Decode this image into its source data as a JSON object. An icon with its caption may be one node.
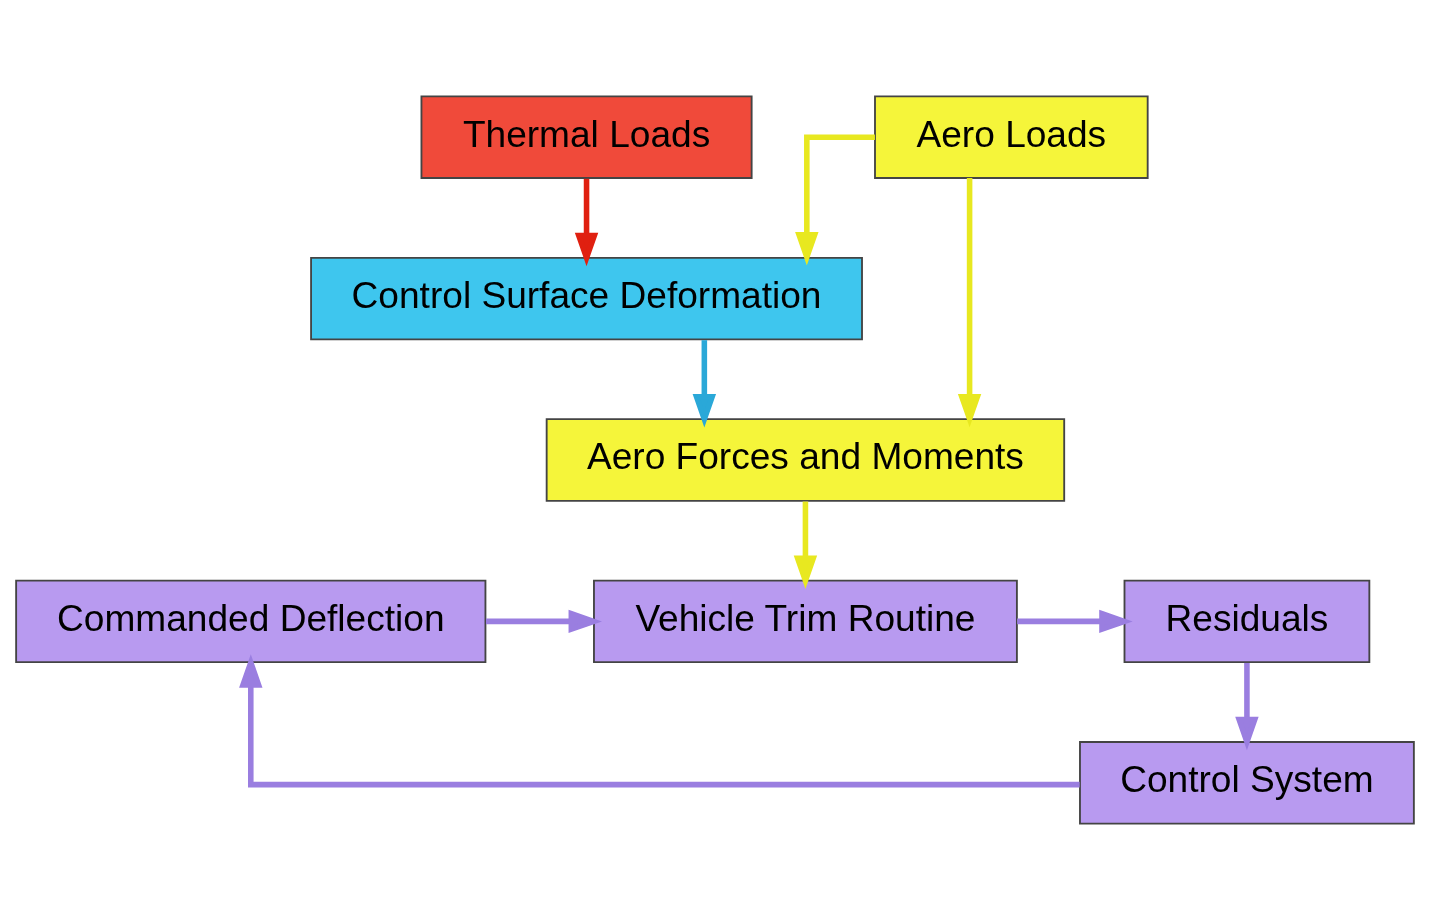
{
  "diagram": {
    "nodes": [
      {
        "text": [
          "Aero Loads"
        ]
      },
      {
        "text": [
          "Thermal Loads"
        ]
      },
      {
        "text": [
          "Control Surface Deformation"
        ]
      },
      {
        "text": [
          "Aero Forces and Moments"
        ]
      },
      {
        "text": [
          "Commanded Deflection"
        ]
      },
      {
        "text": [
          "Vehicle Trim Routine"
        ]
      },
      {
        "text": [
          "Residuals"
        ]
      },
      {
        "text": [
          "Control System"
        ]
      }
    ],
    "edges": [
      {
        "from": 0,
        "to": 2,
        "arrow": "to",
        "color": "#e8e820"
      },
      {
        "from": 1,
        "to": 2,
        "arrow": "to",
        "color": "#e02010"
      },
      {
        "from": 0,
        "to": 3,
        "arrow": "to",
        "color": "#e8e820"
      },
      {
        "from": 2,
        "to": 3,
        "arrow": "to",
        "color": "#2aa8d8"
      },
      {
        "from": 3,
        "to": 5,
        "arrow": "to",
        "color": "#e8e820"
      },
      {
        "from": 4,
        "to": 5,
        "arrow": "to"
      },
      {
        "from": 5,
        "to": 6,
        "arrow": "to"
      },
      {
        "from": 6,
        "to": 7,
        "arrow": "to"
      },
      {
        "from": 7,
        "to": 4,
        "arrow": "to"
      }
    ]
  }
}
